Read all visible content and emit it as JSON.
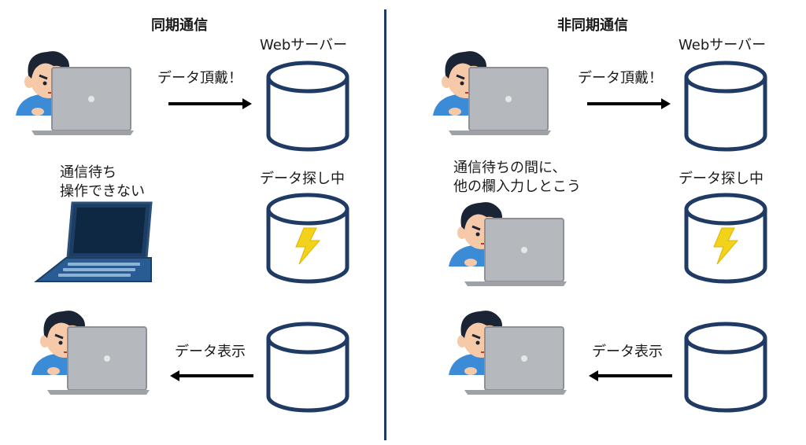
{
  "sync": {
    "title": "同期通信",
    "server_label": "Webサーバー",
    "request_label": "データ頂戴！",
    "searching_label": "データ探し中",
    "waiting_label_line1": "通信待ち",
    "waiting_label_line2": "操作できない",
    "display_label": "データ表示"
  },
  "async": {
    "title": "非同期通信",
    "server_label": "Webサーバー",
    "request_label": "データ頂戴！",
    "searching_label": "データ探し中",
    "waiting_label_line1": "通信待ちの間に、",
    "waiting_label_line2": "他の欄入力しとこう",
    "display_label": "データ表示"
  },
  "colors": {
    "cylinder_stroke": "#1f3a64",
    "arrow": "#000000",
    "laptop_gray": "#b5b8bd",
    "laptop_dark": "#2a4f7a",
    "lightning": "#f2d21b",
    "shirt": "#3c8bd6",
    "hair": "#1b2434",
    "skin": "#f6c9a8"
  },
  "icons": [
    "user-at-laptop-icon",
    "closed-laptop-icon",
    "database-cylinder-icon",
    "lightning-icon",
    "arrow-right-icon",
    "arrow-left-icon"
  ]
}
